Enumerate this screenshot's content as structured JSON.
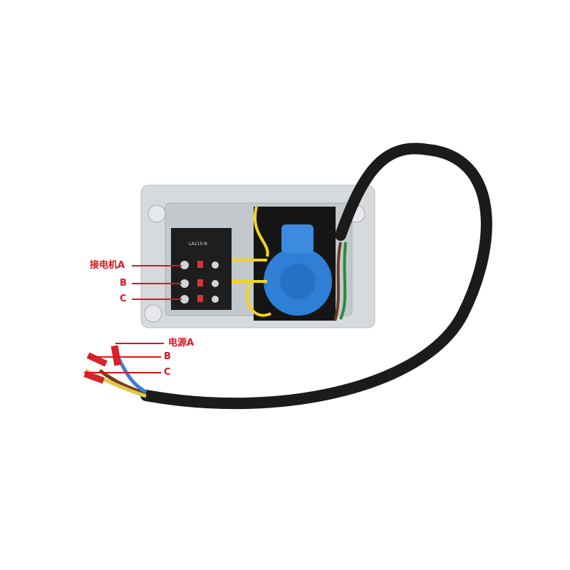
{
  "annotations": {
    "motor_a": "接电机A",
    "motor_b": "B",
    "motor_c": "C",
    "power_a": "电源A",
    "power_b": "B",
    "power_c": "C"
  },
  "module_label": "LA115-N",
  "colors": {
    "annotation": "#e0141e",
    "housing": "#d6dadd",
    "switch_blue": "#2f7fd6",
    "cable": "#1b1b1b",
    "wire_yellow": "#f2d51a"
  }
}
